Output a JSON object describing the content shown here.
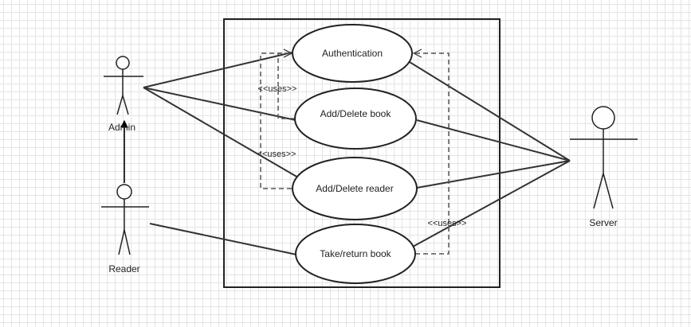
{
  "actors": {
    "admin": "Admin",
    "reader": "Reader",
    "server": "Server"
  },
  "use_cases": {
    "authentication": "Authentication",
    "add_delete_book": "Add/Delete book",
    "add_delete_reader": "Add/Delete reader",
    "take_return_book": "Take/return book"
  },
  "relations": {
    "uses_1": "<<uses>>",
    "uses_2": "<<uses>>",
    "uses_3": "<<uses>>"
  }
}
